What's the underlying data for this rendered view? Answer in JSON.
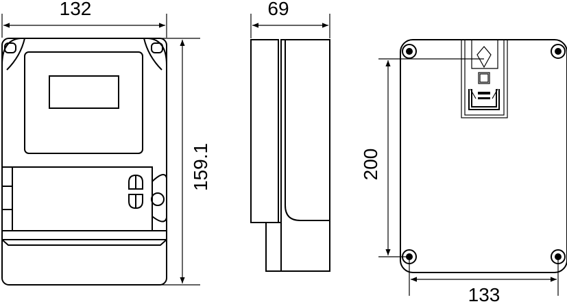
{
  "dimensions": {
    "front_width": "132",
    "front_height": "159.1",
    "side_depth": "69",
    "back_height": "200",
    "back_width": "133"
  }
}
